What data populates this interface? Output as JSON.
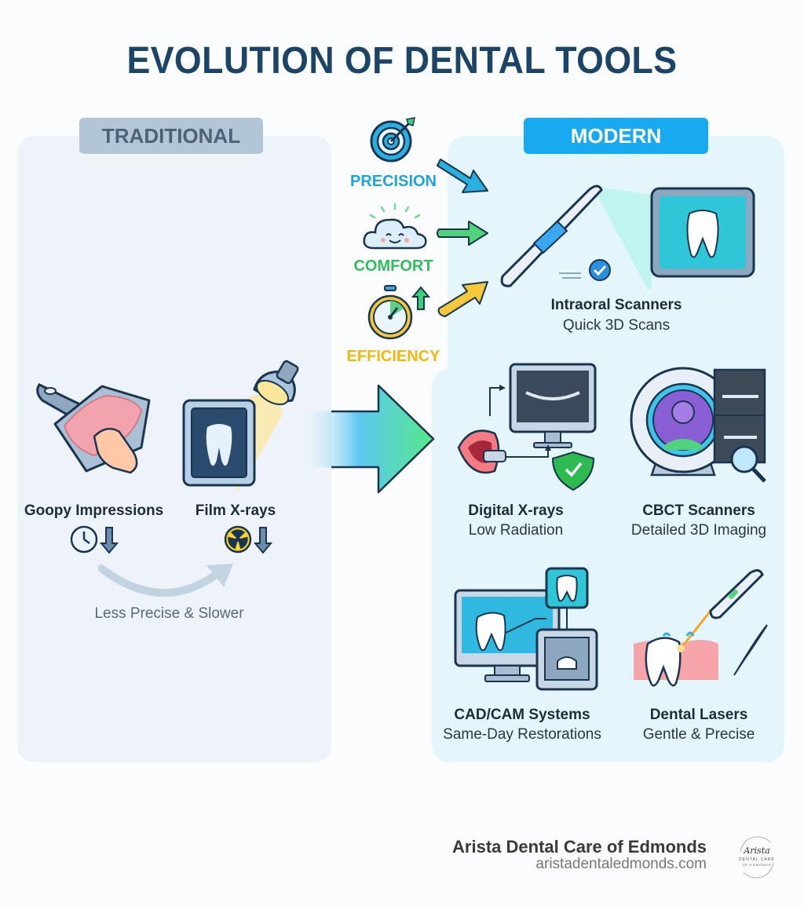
{
  "title": "EVOLUTION OF DENTAL TOOLS",
  "traditional": {
    "header": "TRADITIONAL",
    "tools": [
      {
        "name": "Goopy Impressions",
        "indicator_icon": "clock-icon",
        "indicator_trend": "down"
      },
      {
        "name": "Film X-rays",
        "indicator_icon": "radiation-icon",
        "indicator_trend": "down"
      }
    ],
    "note": "Less Precise & Slower"
  },
  "benefits": [
    {
      "label": "PRECISION",
      "icon": "target-icon",
      "color": "#1ea4dc"
    },
    {
      "label": "COMFORT",
      "icon": "cloud-icon",
      "color": "#2fbf5c"
    },
    {
      "label": "EFFICIENCY",
      "icon": "stopwatch-icon",
      "color": "#f0b90f"
    }
  ],
  "modern": {
    "header": "MODERN",
    "tools": [
      {
        "name": "Intraoral Scanners",
        "subtitle": "Quick 3D Scans"
      },
      {
        "name": "Digital X-rays",
        "subtitle": "Low Radiation"
      },
      {
        "name": "CBCT Scanners",
        "subtitle": "Detailed 3D Imaging"
      },
      {
        "name": "CAD/CAM Systems",
        "subtitle": "Same-Day Restorations"
      },
      {
        "name": "Dental Lasers",
        "subtitle": "Gentle & Precise"
      }
    ]
  },
  "footer": {
    "brand": "Arista Dental Care of Edmonds",
    "url": "aristadentaledmonds.com",
    "logo_script": "Arista",
    "logo_line1": "DENTAL CARE",
    "logo_line2": "OF EDMONDS"
  },
  "colors": {
    "title": "#1b4466",
    "traditional_header": "#b3c6d8",
    "modern_header": "#18aaf0",
    "traditional_panel": "#eef3f9",
    "modern_panel": "#e4f6fc"
  }
}
